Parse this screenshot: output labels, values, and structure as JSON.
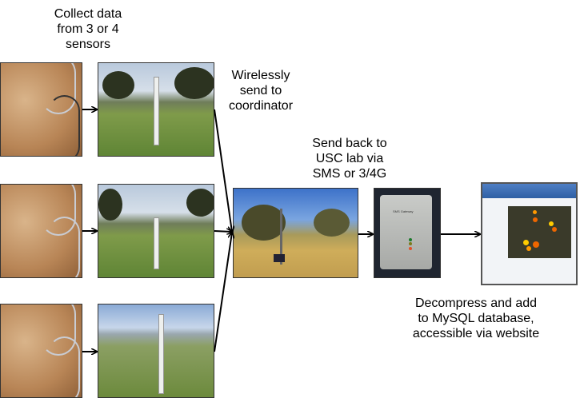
{
  "labels": {
    "collect": [
      "Collect data",
      "from 3 or 4",
      "sensors"
    ],
    "wireless": [
      "Wirelessly",
      "send to",
      "coordinator"
    ],
    "send_back": [
      "Send back to",
      "USC lab via",
      "SMS or 3/4G"
    ],
    "decompress": [
      "Decompress and add",
      "to MySQL database,",
      "accessible via website"
    ]
  },
  "gateway_label": "SMS Gateway"
}
